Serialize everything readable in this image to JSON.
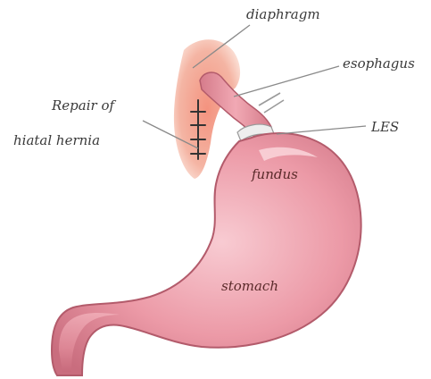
{
  "labels": {
    "diaphragm": "diaphragm",
    "esophagus": "esophagus",
    "repair_line1": "Repair of",
    "repair_line2": "hiatal hernia",
    "les": "LES",
    "fundus": "fundus",
    "stomach": "stomach"
  },
  "colors": {
    "stomach_fill": "#ec9aa7",
    "stomach_shadow": "#c96d7e",
    "stomach_highlight": "#f8cbd2",
    "diaphragm_fill": "#f19a84",
    "les_band": "#eeeeee",
    "leader_line": "#8a8a8a",
    "suture": "#333333"
  }
}
